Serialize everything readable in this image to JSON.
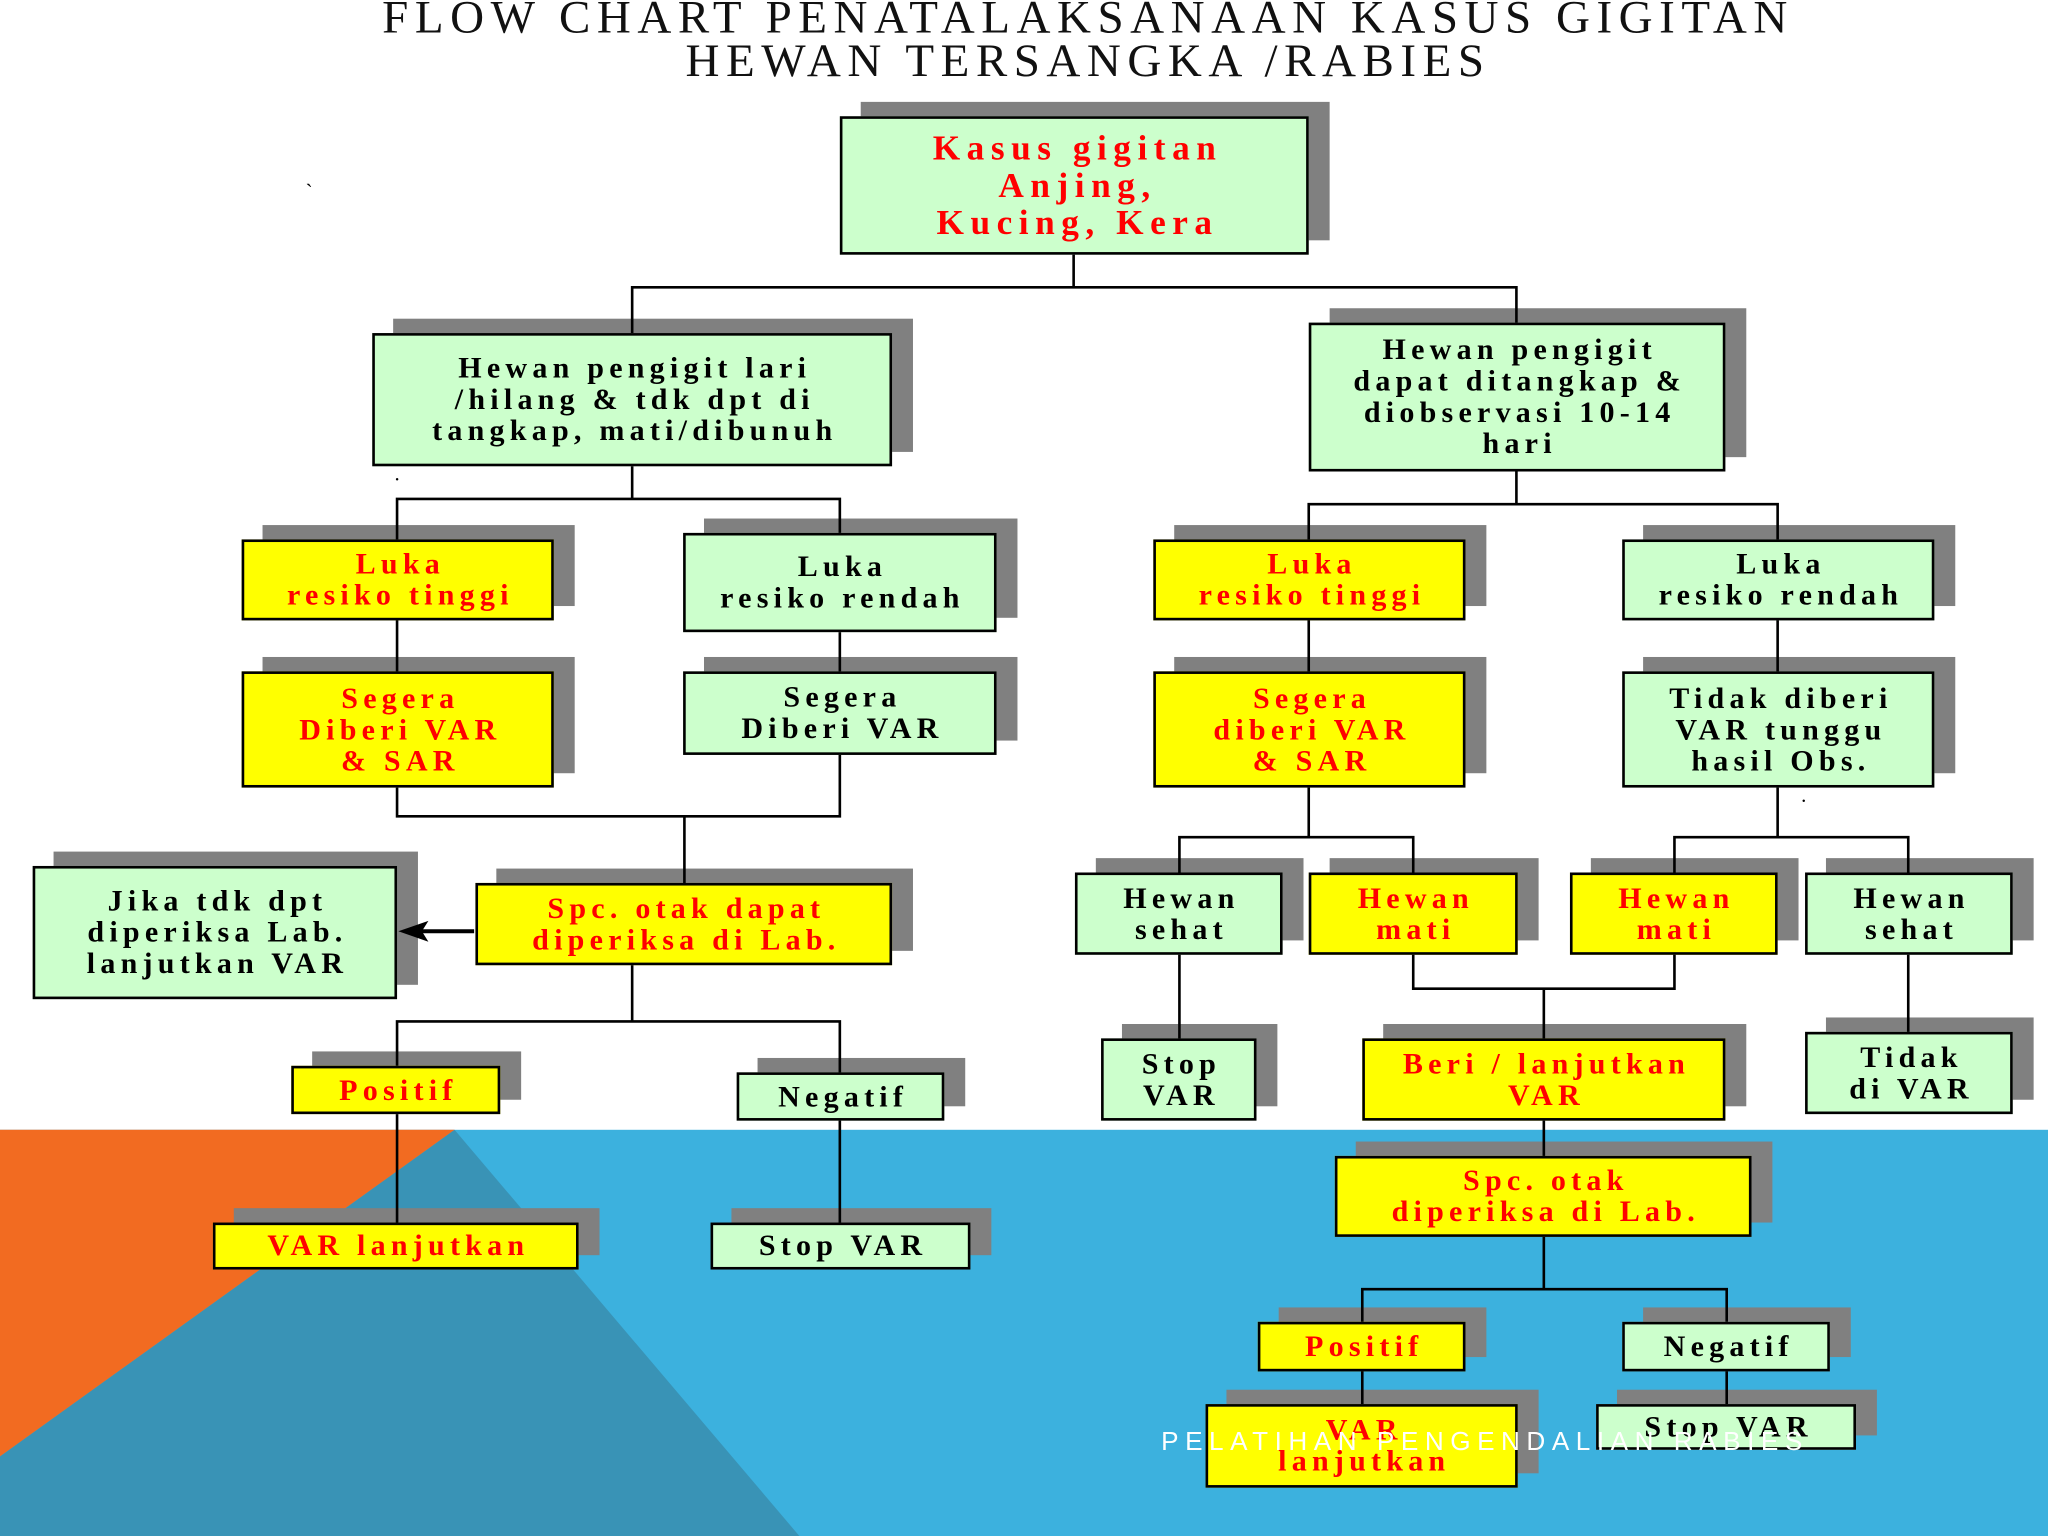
{
  "slide": {
    "title_lines": [
      "FLOW CHART PENATALAKSANAAN KASUS GIGITAN",
      "HEWAN TERSANGKA /RABIES"
    ],
    "footer": "PELATIHAN PENGENDALIAN RABIES",
    "stray_marks": [
      "`",
      ".",
      "."
    ]
  },
  "colors": {
    "background_top": "#ffffff",
    "background_blue": "#3cb1de",
    "background_orange": "#f26b21",
    "background_teal": "#3993b6",
    "box_shadow": "#808080",
    "connector": "#000000"
  },
  "flowchart": {
    "nodes": {
      "kasus_gigitan": {
        "lines": [
          "Kasus gigitan",
          "Anjing,",
          "Kucing, Kera"
        ],
        "fill": "#ccffcc",
        "text_color": "#ff0000"
      },
      "hewan_lari": {
        "lines": [
          "Hewan pengigit lari",
          "/hilang & tdk dpt di",
          "tangkap, mati/dibunuh"
        ],
        "fill": "#ccffcc",
        "text_color": "#000000"
      },
      "hewan_ditangkap": {
        "lines": [
          "Hewan pengigit",
          "dapat ditangkap &",
          "diobservasi 10-14",
          "hari"
        ],
        "fill": "#ccffcc",
        "text_color": "#000000"
      },
      "luka_tinggi_kiri": {
        "lines": [
          "Luka",
          "resiko tinggi"
        ],
        "fill": "#ffff00",
        "text_color": "#ff0000"
      },
      "luka_rendah_kiri": {
        "lines": [
          "Luka",
          "resiko rendah"
        ],
        "fill": "#ccffcc",
        "text_color": "#000000"
      },
      "luka_tinggi_kanan": {
        "lines": [
          "Luka",
          "resiko tinggi"
        ],
        "fill": "#ffff00",
        "text_color": "#ff0000"
      },
      "luka_rendah_kanan": {
        "lines": [
          "Luka",
          "resiko rendah"
        ],
        "fill": "#ccffcc",
        "text_color": "#000000"
      },
      "var_sar_kiri": {
        "lines": [
          "Segera",
          "Diberi VAR",
          "& SAR"
        ],
        "fill": "#ffff00",
        "text_color": "#ff0000"
      },
      "var_kiri": {
        "lines": [
          "Segera",
          "Diberi VAR"
        ],
        "fill": "#ccffcc",
        "text_color": "#000000"
      },
      "var_sar_kanan": {
        "lines": [
          "Segera",
          "diberi VAR",
          "& SAR"
        ],
        "fill": "#ffff00",
        "text_color": "#ff0000"
      },
      "tunggu_obs": {
        "lines": [
          "Tidak diberi",
          "VAR tunggu",
          "hasil Obs."
        ],
        "fill": "#ccffcc",
        "text_color": "#000000"
      },
      "jika_tdk_dpt": {
        "lines": [
          "Jika tdk dpt",
          "diperiksa Lab.",
          "lanjutkan VAR"
        ],
        "fill": "#ccffcc",
        "text_color": "#000000"
      },
      "spc_otak_kiri": {
        "lines": [
          "Spc. otak dapat",
          "diperiksa di Lab."
        ],
        "fill": "#ffff00",
        "text_color": "#ff0000"
      },
      "hewan_sehat_1": {
        "lines": [
          "Hewan",
          "sehat"
        ],
        "fill": "#ccffcc",
        "text_color": "#000000"
      },
      "hewan_mati_1": {
        "lines": [
          "Hewan",
          "mati"
        ],
        "fill": "#ffff00",
        "text_color": "#ff0000"
      },
      "hewan_mati_2": {
        "lines": [
          "Hewan",
          "mati"
        ],
        "fill": "#ffff00",
        "text_color": "#ff0000"
      },
      "hewan_sehat_2": {
        "lines": [
          "Hewan",
          "sehat"
        ],
        "fill": "#ccffcc",
        "text_color": "#000000"
      },
      "positif_kiri": {
        "lines": [
          "Positif"
        ],
        "fill": "#ffff00",
        "text_color": "#ff0000"
      },
      "negatif_kiri": {
        "lines": [
          "Negatif"
        ],
        "fill": "#ccffcc",
        "text_color": "#000000"
      },
      "stop_var_obs": {
        "lines": [
          "Stop",
          "VAR"
        ],
        "fill": "#ccffcc",
        "text_color": "#000000"
      },
      "beri_lanjutkan_var": {
        "lines": [
          "Beri / lanjutkan",
          "VAR"
        ],
        "fill": "#ffff00",
        "text_color": "#ff0000"
      },
      "tidak_di_var": {
        "lines": [
          "Tidak",
          "di VAR"
        ],
        "fill": "#ccffcc",
        "text_color": "#000000"
      },
      "var_lanjutkan_kiri": {
        "lines": [
          "VAR lanjutkan"
        ],
        "fill": "#ffff00",
        "text_color": "#ff0000"
      },
      "stop_var_kiri": {
        "lines": [
          "Stop VAR"
        ],
        "fill": "#ccffcc",
        "text_color": "#000000"
      },
      "spc_otak_kanan": {
        "lines": [
          "Spc. otak",
          "diperiksa di Lab."
        ],
        "fill": "#ffff00",
        "text_color": "#ff0000"
      },
      "positif_kanan": {
        "lines": [
          "Positif"
        ],
        "fill": "#ffff00",
        "text_color": "#ff0000"
      },
      "negatif_kanan": {
        "lines": [
          "Negatif"
        ],
        "fill": "#ccffcc",
        "text_color": "#000000"
      },
      "var_lanjutkan_kanan": {
        "lines": [
          "VAR",
          "lanjutkan"
        ],
        "fill": "#ffff00",
        "text_color": "#ff0000"
      },
      "stop_var_kanan": {
        "lines": [
          "Stop VAR"
        ],
        "fill": "#ccffcc",
        "text_color": "#000000"
      }
    }
  }
}
